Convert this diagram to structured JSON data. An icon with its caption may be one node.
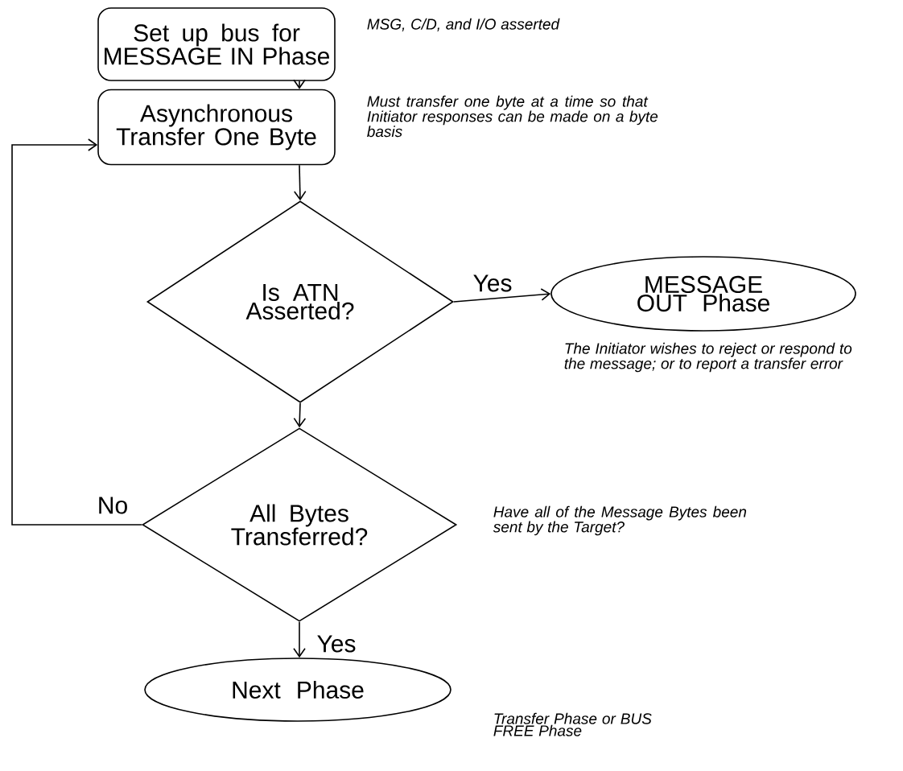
{
  "diagram": {
    "nodes": [
      {
        "text": [
          "Set up bus for MESSAGE IN Phase"
        ],
        "beside": [
          "MSG, C/D, and I/O asserted"
        ]
      },
      {
        "text": [
          "Asynchronous Transfer One Byte"
        ],
        "beside": [
          "Must transfer one byte at a time so that Initiator responses can be made on a byte basis"
        ]
      },
      {
        "text": [
          "Is ATN Asserted?"
        ]
      },
      {
        "text": [
          "MESSAGE OUT Phase"
        ],
        "beside": [
          "The Initiator wishes to reject or respond to the message; or to report a transfer error"
        ]
      },
      {
        "text": [
          "All Bytes Transferred?"
        ],
        "beside": [
          "Have all of the Message Bytes been sent by the Target?"
        ]
      },
      {
        "text": [
          "Next Phase"
        ],
        "beside": [
          "Transfer Phase or BUS FREE Phase"
        ]
      }
    ],
    "edges": [
      {
        "from": 0,
        "to": 1,
        "arrow": "to"
      },
      {
        "from": 1,
        "to": 2,
        "arrow": "to"
      },
      {
        "from": 2,
        "to": 3,
        "arrow": "to",
        "label": "Yes"
      },
      {
        "from": 2,
        "to": 4,
        "arrow": "to"
      },
      {
        "from": 4,
        "to": 5,
        "arrow": "to",
        "label": "Yes"
      },
      {
        "from": 4,
        "to": 1,
        "arrow": "to",
        "label": "No"
      }
    ]
  }
}
